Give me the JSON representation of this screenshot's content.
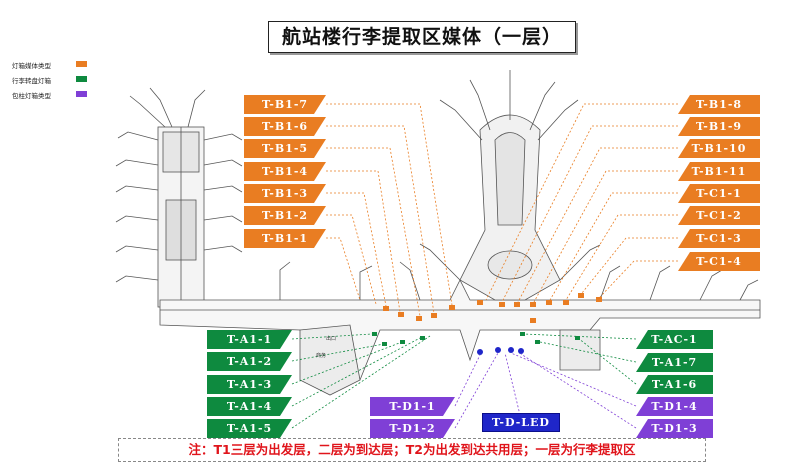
{
  "title": "航站楼行李提取区媒体（一层）",
  "legend": [
    {
      "label": "灯箱媒体类型",
      "color": "#e97d22"
    },
    {
      "label": "行李转盘灯箱",
      "color": "#0e8a3f"
    },
    {
      "label": "包柱灯箱类型",
      "color": "#7f3fd6"
    }
  ],
  "left_orange_labels": [
    "T-B1-7",
    "T-B1-6",
    "T-B1-5",
    "T-B1-4",
    "T-B1-3",
    "T-B1-2",
    "T-B1-1"
  ],
  "right_orange_labels": [
    "T-B1-8",
    "T-B1-9",
    "T-B1-10",
    "T-B1-11",
    "T-C1-1",
    "T-C1-2",
    "T-C1-3",
    "T-C1-4"
  ],
  "left_green_labels": [
    "T-A1-1",
    "T-A1-2",
    "T-A1-3",
    "T-A1-4",
    "T-A1-5"
  ],
  "right_green_labels": [
    "T-AC-1",
    "T-A1-7",
    "T-A1-6"
  ],
  "left_purple_labels": [
    "T-D1-1",
    "T-D1-2"
  ],
  "right_purple_labels": [
    "T-D1-4",
    "T-D1-3"
  ],
  "center_label": "T-D-LED",
  "map_texts": {
    "exit": "出口",
    "business": "商务"
  },
  "note": "注：T1三层为出发层，二层为到达层；T2为出发到达共用层；一层为行李提取区",
  "colors": {
    "orange": "#e97d22",
    "green": "#0e8a3f",
    "purple": "#7f3fd6",
    "blue": "#1f26c9",
    "red": "#e0141b"
  }
}
